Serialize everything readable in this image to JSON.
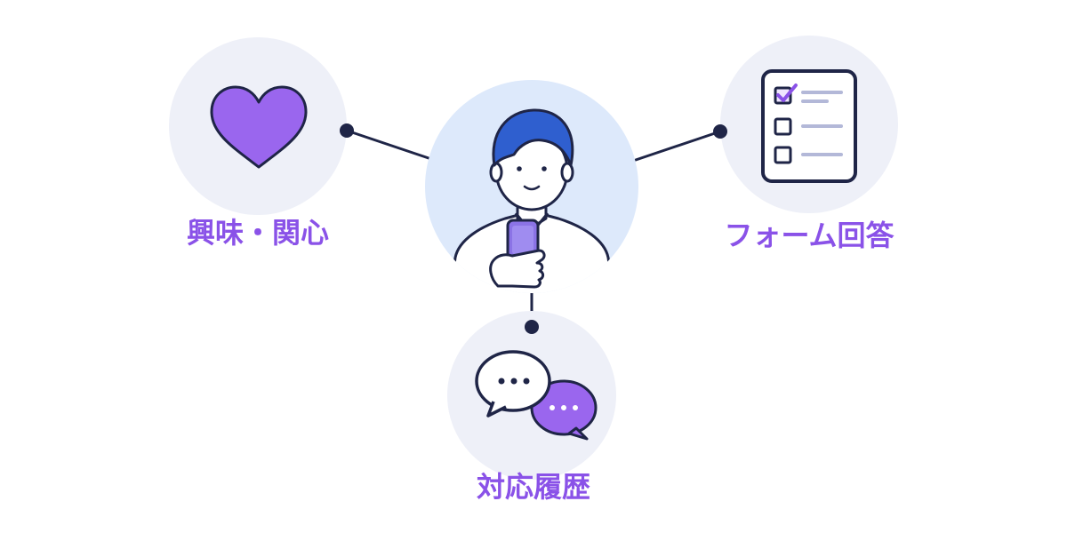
{
  "diagram": {
    "nodes": [
      {
        "id": "interest",
        "label": "興味・関心",
        "icon": "heart-icon"
      },
      {
        "id": "form",
        "label": "フォーム回答",
        "icon": "checklist-icon"
      },
      {
        "id": "history",
        "label": "対応履歴",
        "icon": "chat-bubbles-icon"
      }
    ],
    "center": {
      "icon": "person-with-smartphone-icon"
    }
  },
  "colors": {
    "accent_purple": "#8a52e8",
    "circle_bg": "#eef0f8",
    "center_bg": "#dde9fb",
    "line": "#1f2547",
    "hair_blue": "#2f5fcf"
  }
}
